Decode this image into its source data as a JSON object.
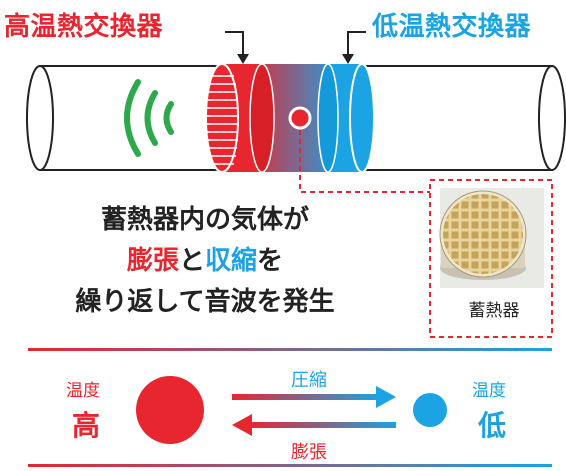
{
  "titles": {
    "hot_exchanger": "高温熱交換器",
    "cold_exchanger": "低温熱交換器"
  },
  "explanation": {
    "line1": "蓄熱器内の気体が",
    "expand": "膨張",
    "and": "と",
    "compress": "収縮",
    "wo": "を",
    "line3": "繰り返して音波を発生"
  },
  "regenerator_label": "蓄熱器",
  "cycle": {
    "hot_temp_label": "温度",
    "hot_temp_value": "高",
    "cold_temp_label": "温度",
    "cold_temp_value": "低",
    "compress_label": "圧縮",
    "expand_label": "膨張"
  },
  "colors": {
    "hot": "#e8262f",
    "cold": "#1ba3e3",
    "sound": "#2da84a"
  }
}
